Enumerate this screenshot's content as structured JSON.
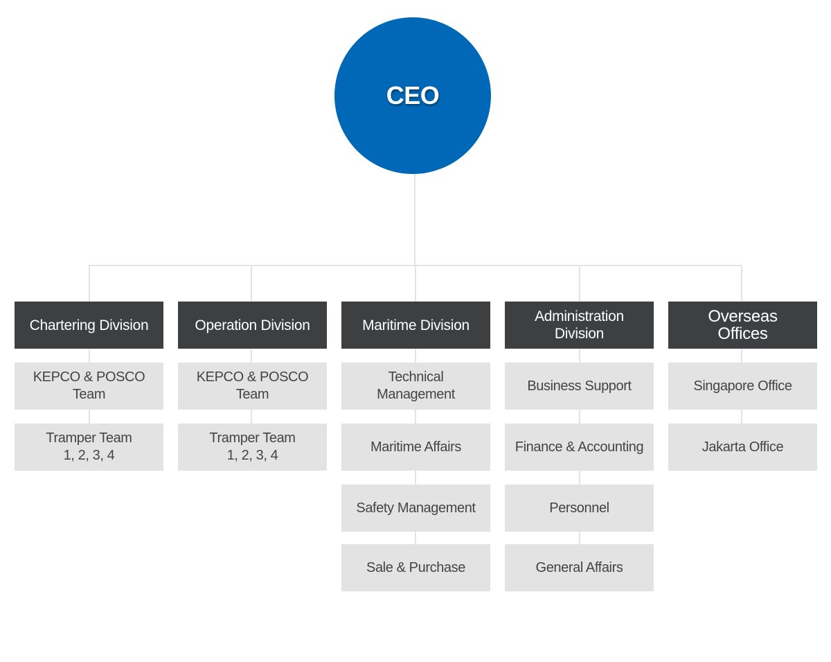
{
  "ceo": {
    "label": "CEO"
  },
  "colors": {
    "ceo_fill": "#0068b7",
    "division_fill": "#3d3f41",
    "team_fill": "#e3e3e3",
    "connector": "#e3e3e3",
    "team_text": "#444444"
  },
  "divisions": [
    {
      "label": "Chartering Division",
      "teams": [
        "KEPCO & POSCO\nTeam",
        "Tramper Team\n1, 2, 3, 4"
      ]
    },
    {
      "label": "Operation Division",
      "teams": [
        "KEPCO & POSCO\nTeam",
        "Tramper Team\n1, 2, 3, 4"
      ]
    },
    {
      "label": "Maritime Division",
      "teams": [
        "Technical\nManagement",
        "Maritime Affairs",
        "Safety Management",
        "Sale & Purchase"
      ]
    },
    {
      "label": "Administration\nDivision",
      "teams": [
        "Business Support",
        "Finance & Accounting",
        "Personnel",
        "General Affairs"
      ]
    },
    {
      "label": "Overseas\nOffices",
      "teams": [
        "Singapore Office",
        "Jakarta Office"
      ]
    }
  ]
}
